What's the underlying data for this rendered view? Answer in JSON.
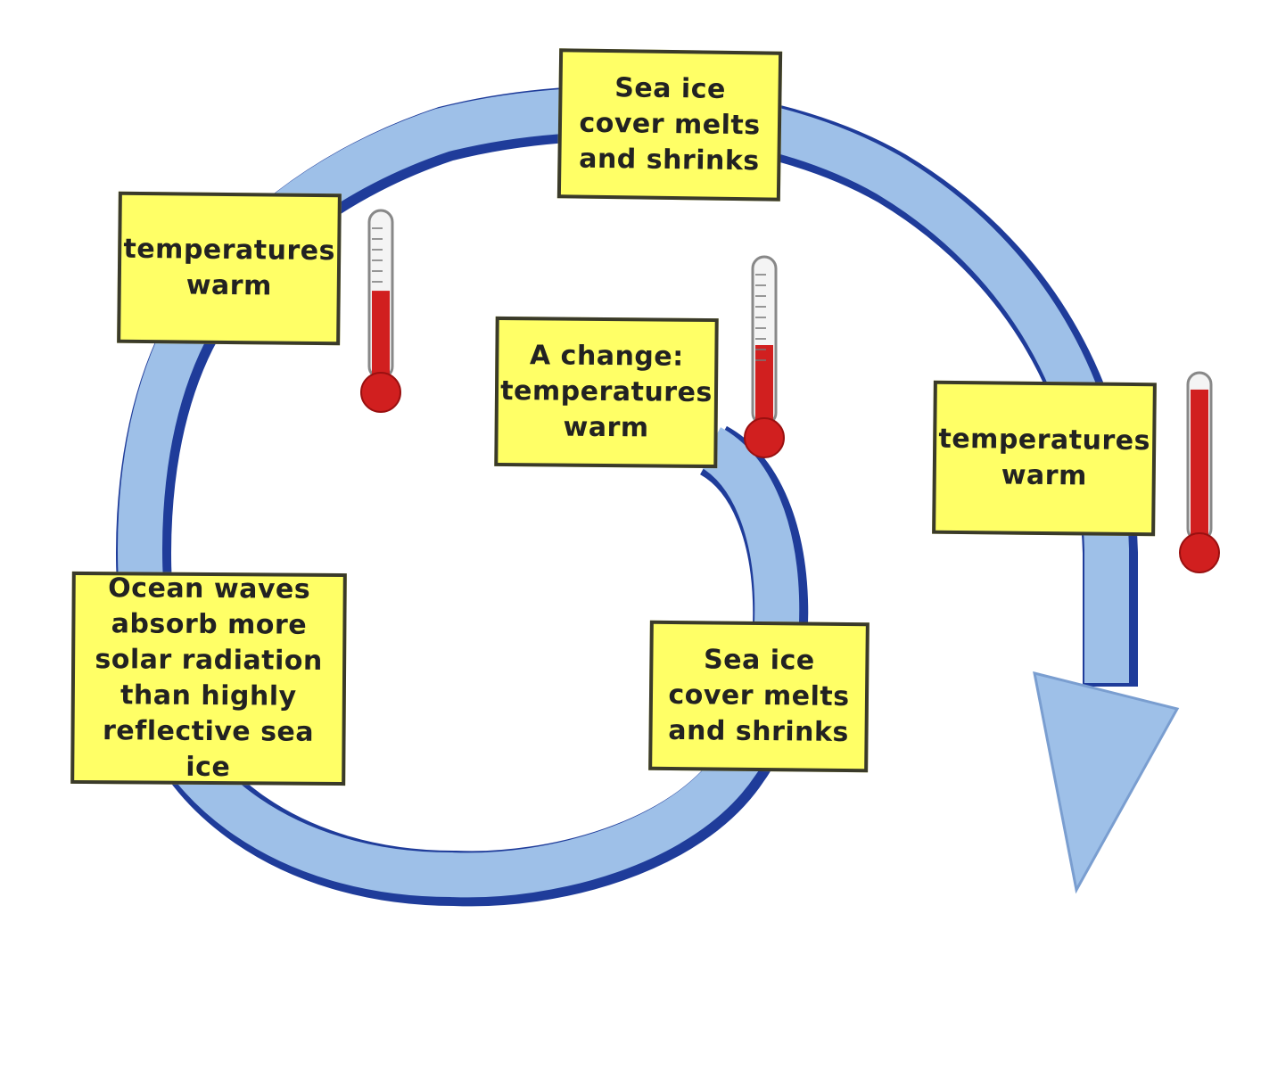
{
  "colors": {
    "arrow_fill": "#9ec0e8",
    "arrow_edge": "#1f3c9a",
    "box_fill": "#ffff66",
    "box_border": "#3a3a2a",
    "thermometer_red": "#d11f1f",
    "text": "#222222"
  },
  "boxes": {
    "top": "Sea ice cover melts and shrinks",
    "top_left": "temperatures warm",
    "center": "A change: temperatures warm",
    "right": "temperatures warm",
    "bottom_left": "Ocean waves absorb more solar radiation than highly reflective sea ice",
    "bottom_right": "Sea ice cover melts and shrinks"
  },
  "icons": {
    "thermometer": "thermometer-icon",
    "arrow": "spiral-arrow"
  },
  "thermometers": [
    {
      "name": "thermometer-top-left",
      "level": 0.55
    },
    {
      "name": "thermometer-center",
      "level": 0.5
    },
    {
      "name": "thermometer-right",
      "level": 0.95
    }
  ]
}
